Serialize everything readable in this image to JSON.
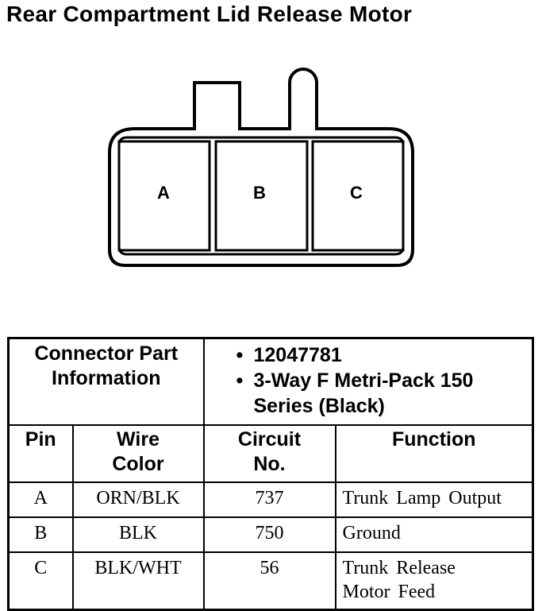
{
  "title": "Rear Compartment Lid Release Motor",
  "connector": {
    "pins": [
      "A",
      "B",
      "C"
    ]
  },
  "info": {
    "header_label_line1": "Connector Part",
    "header_label_line2": "Information",
    "part_number": "12047781",
    "part_desc_line1": "3-Way F Metri-Pack 150",
    "part_desc_line2": "Series (Black)"
  },
  "table": {
    "columns": [
      {
        "line1": "Pin",
        "line2": ""
      },
      {
        "line1": "Wire",
        "line2": "Color"
      },
      {
        "line1": "Circuit",
        "line2": "No."
      },
      {
        "line1": "Function",
        "line2": ""
      }
    ],
    "rows": [
      {
        "pin": "A",
        "color": "ORN/BLK",
        "circuit": "737",
        "function_line1": "Trunk Lamp Output",
        "function_line2": ""
      },
      {
        "pin": "B",
        "color": "BLK",
        "circuit": "750",
        "function_line1": "Ground",
        "function_line2": ""
      },
      {
        "pin": "C",
        "color": "BLK/WHT",
        "circuit": "56",
        "function_line1": "Trunk Release",
        "function_line2": "Motor Feed"
      }
    ]
  }
}
